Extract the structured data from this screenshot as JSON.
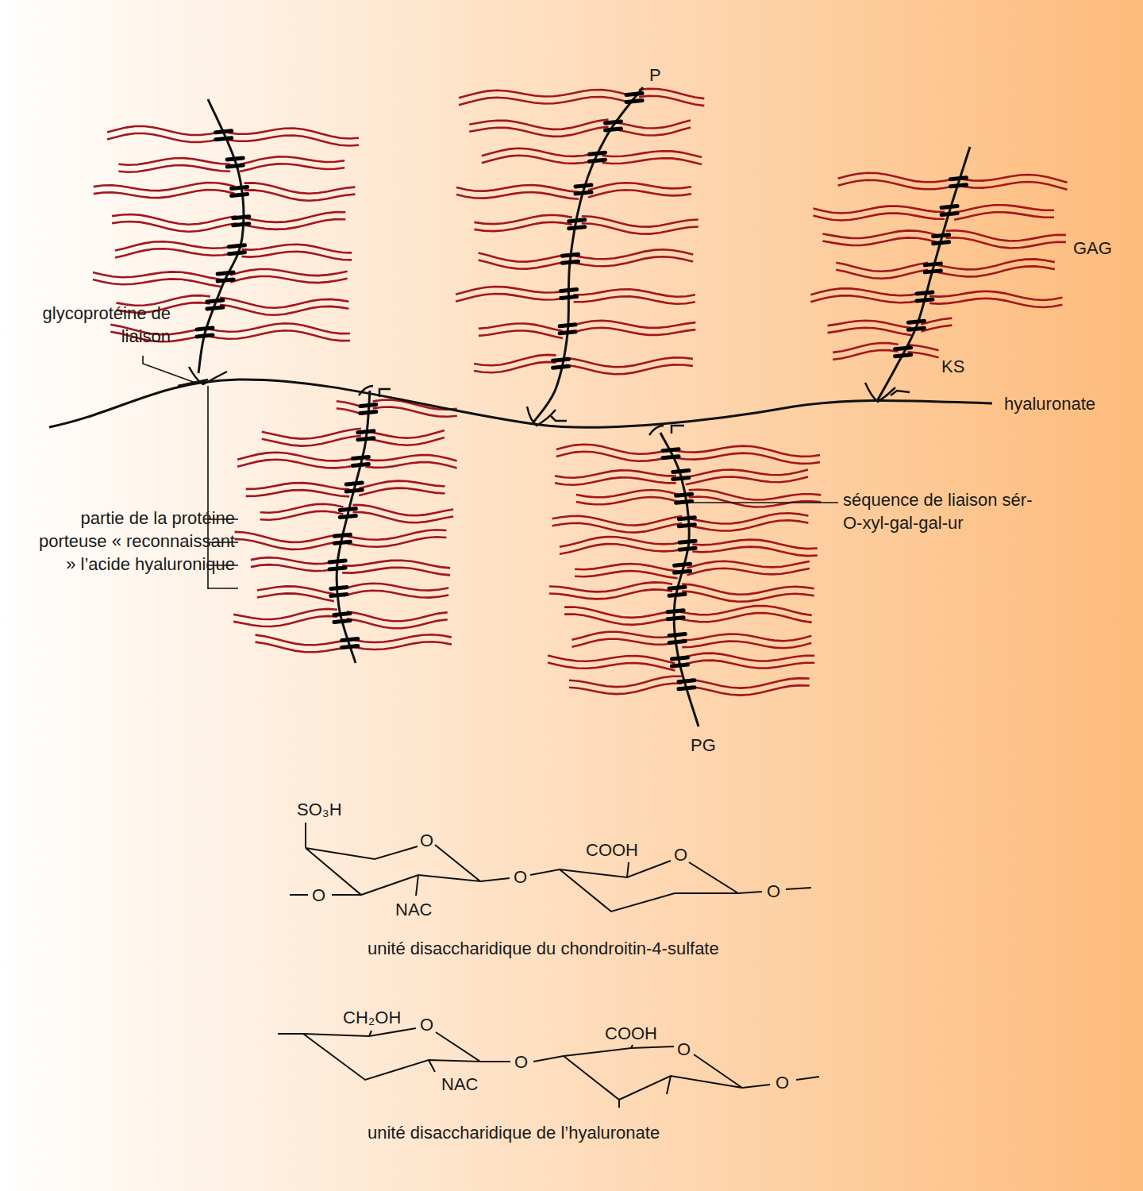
{
  "diagram": {
    "labels": [
      "P",
      "GAG",
      "glycoprotéine de liaison",
      "KS",
      "hyaluronate",
      "partie de la protéine porteuse « reconnaissant » l’acide hyaluronique",
      "séquence de liaison sér-O-xyl-gal-gal-ur",
      "PG",
      "SO₃H",
      "O",
      "O",
      "NAC",
      "O",
      "COOH",
      "O",
      "O",
      "unité disaccharidique du chondroitin-4-sulfate",
      "CH₂OH",
      "O",
      "NAC",
      "O",
      "COOH",
      "O",
      "O",
      "unité disaccharidique de l’hyaluronate"
    ]
  }
}
